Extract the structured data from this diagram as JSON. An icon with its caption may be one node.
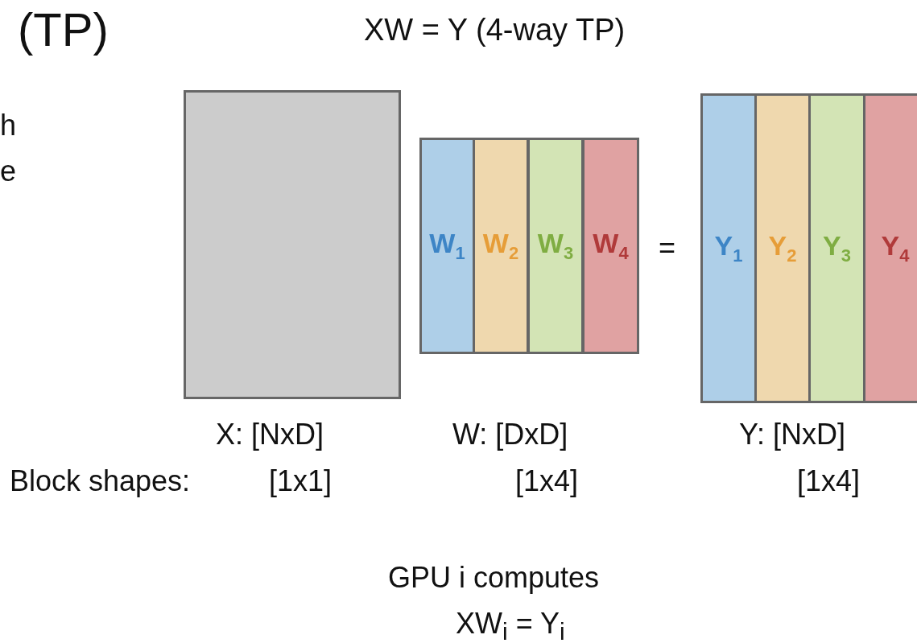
{
  "diagram": {
    "title": "XW = Y (4-way TP)",
    "nodes": [
      {
        "text": [],
        "shape": "box"
      },
      {
        "text": [
          "W$_{1}$"
        ]
      },
      {
        "text": [
          "W$_{2}$"
        ]
      },
      {
        "text": [
          "W$_{3}$"
        ]
      },
      {
        "text": [
          "W$_{4}$"
        ]
      },
      {
        "text": [
          "Y$_{1}$"
        ]
      },
      {
        "text": [
          "Y$_{2}$"
        ]
      },
      {
        "text": [
          "Y$_{3}$"
        ]
      },
      {
        "text": [
          "Y$_{4}$"
        ]
      }
    ],
    "edges": [],
    "labels": [
      "(TP)",
      "h",
      "e",
      "=",
      "X: [NxD]",
      "W: [DxD]",
      "Y: [NxD]",
      "Block shapes:",
      "[1x1]",
      "[1x4]",
      "[1x4]",
      "GPU i computes",
      "XW$_{i}$ = Y$_{i}$"
    ]
  }
}
